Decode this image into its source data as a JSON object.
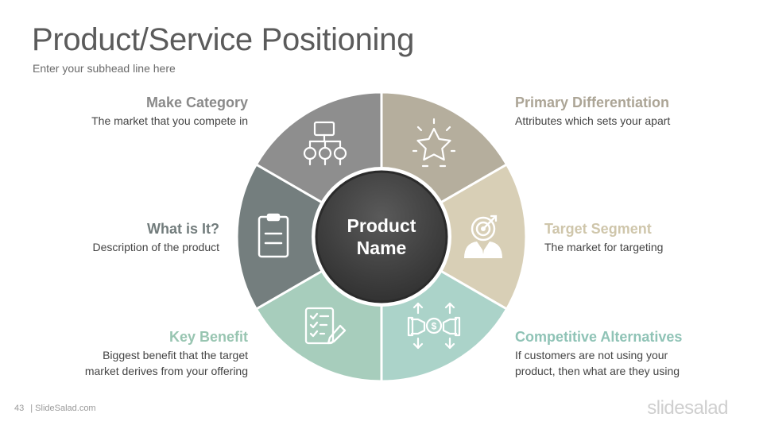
{
  "header": {
    "title": "Product/Service Positioning",
    "subhead": "Enter your subhead line here"
  },
  "center": {
    "line1": "Product",
    "line2": "Name"
  },
  "segments": [
    {
      "key": "primary",
      "title": "Primary Differentiation",
      "desc1": "Attributes which sets your apart",
      "desc2": "",
      "color": "#b5ae9d",
      "title_color": "#aca596",
      "icon": "star-icon"
    },
    {
      "key": "target",
      "title": "Target Segment",
      "desc1": "The market for targeting",
      "desc2": "",
      "color": "#d8cfb6",
      "title_color": "#cfc6ab",
      "icon": "target-person-icon"
    },
    {
      "key": "competitive",
      "title": "Competitive Alternatives",
      "desc1": "If customers are not using your",
      "desc2": "product, then what are they using",
      "color": "#abd3c9",
      "title_color": "#8fc3b6",
      "icon": "money-exchange-icon"
    },
    {
      "key": "benefit",
      "title": "Key Benefit",
      "desc1": "Biggest benefit that the target",
      "desc2": "market derives from your offering",
      "color": "#a7cdbc",
      "title_color": "#98c5b1",
      "icon": "checklist-icon"
    },
    {
      "key": "what",
      "title": "What is It?",
      "desc1": "Description of the product",
      "desc2": "",
      "color": "#747e7e",
      "title_color": "#727c7c",
      "icon": "clipboard-icon"
    },
    {
      "key": "category",
      "title": "Make Category",
      "desc1": "The market that you compete in",
      "desc2": "",
      "color": "#8e8e8e",
      "title_color": "#8a8a8a",
      "icon": "hierarchy-icon"
    }
  ],
  "footer": {
    "page": "43",
    "site": "| SlideSalad.com",
    "logo": "slidesalad"
  },
  "colors": {
    "center_dark": "#3a3a3a",
    "center_light": "#5a5a5a",
    "title_text": "#5b5b5b"
  }
}
